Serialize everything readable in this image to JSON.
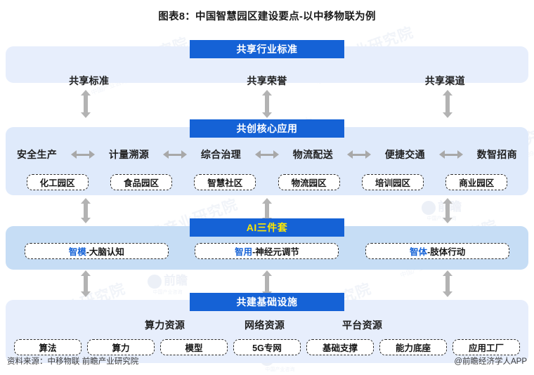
{
  "title": "图表8：中国智慧园区建设要点-以中移物联为例",
  "sections": [
    {
      "id": "shared-industry-standards",
      "cap": "共享行业标准",
      "cap_color": "#ffffff",
      "panel_color": "#e7eefc",
      "labels": [
        "共享标准",
        "共享荣誉",
        "共享渠道"
      ]
    },
    {
      "id": "co-created-core-apps",
      "cap": "共创核心应用",
      "cap_color": "#ffffff",
      "panel_color": "#dfeafb",
      "labels": [
        "安全生产",
        "计量溯源",
        "综合治理",
        "物流配送",
        "便捷交通",
        "数智招商"
      ],
      "chips": [
        "化工园区",
        "食品园区",
        "智慧社区",
        "物流园区",
        "培训园区",
        "商业园区"
      ]
    },
    {
      "id": "ai-three-piece-suite",
      "cap": "AI三件套",
      "cap_color": "#ffe800",
      "panel_color": "#c6ddf5",
      "chips": [
        {
          "pre": "智模",
          "rest": "-大脑认知"
        },
        {
          "pre": "智用",
          "rest": "-神经元调节"
        },
        {
          "pre": "智体",
          "rest": "-肢体行动"
        }
      ]
    },
    {
      "id": "co-built-infrastructure",
      "cap": "共建基础设施",
      "cap_color": "#ffffff",
      "panel_color": "#e7eefc",
      "labels": [
        "算力资源",
        "网络资源",
        "平台资源"
      ],
      "chips": [
        "算法",
        "算力",
        "模型",
        "5G专网",
        "基础支撑",
        "能力底座",
        "应用工厂"
      ]
    }
  ],
  "footer": {
    "source": "资料来源：中移物联 前瞻产业研究院",
    "credit": "@前瞻经济学人APP"
  },
  "watermarks": {
    "text": "前瞻产业研究院",
    "sub": "中国产业咨询领导者 400-639-9936",
    "brand": "前瞻",
    "brand_sub": "中国产业咨询"
  }
}
